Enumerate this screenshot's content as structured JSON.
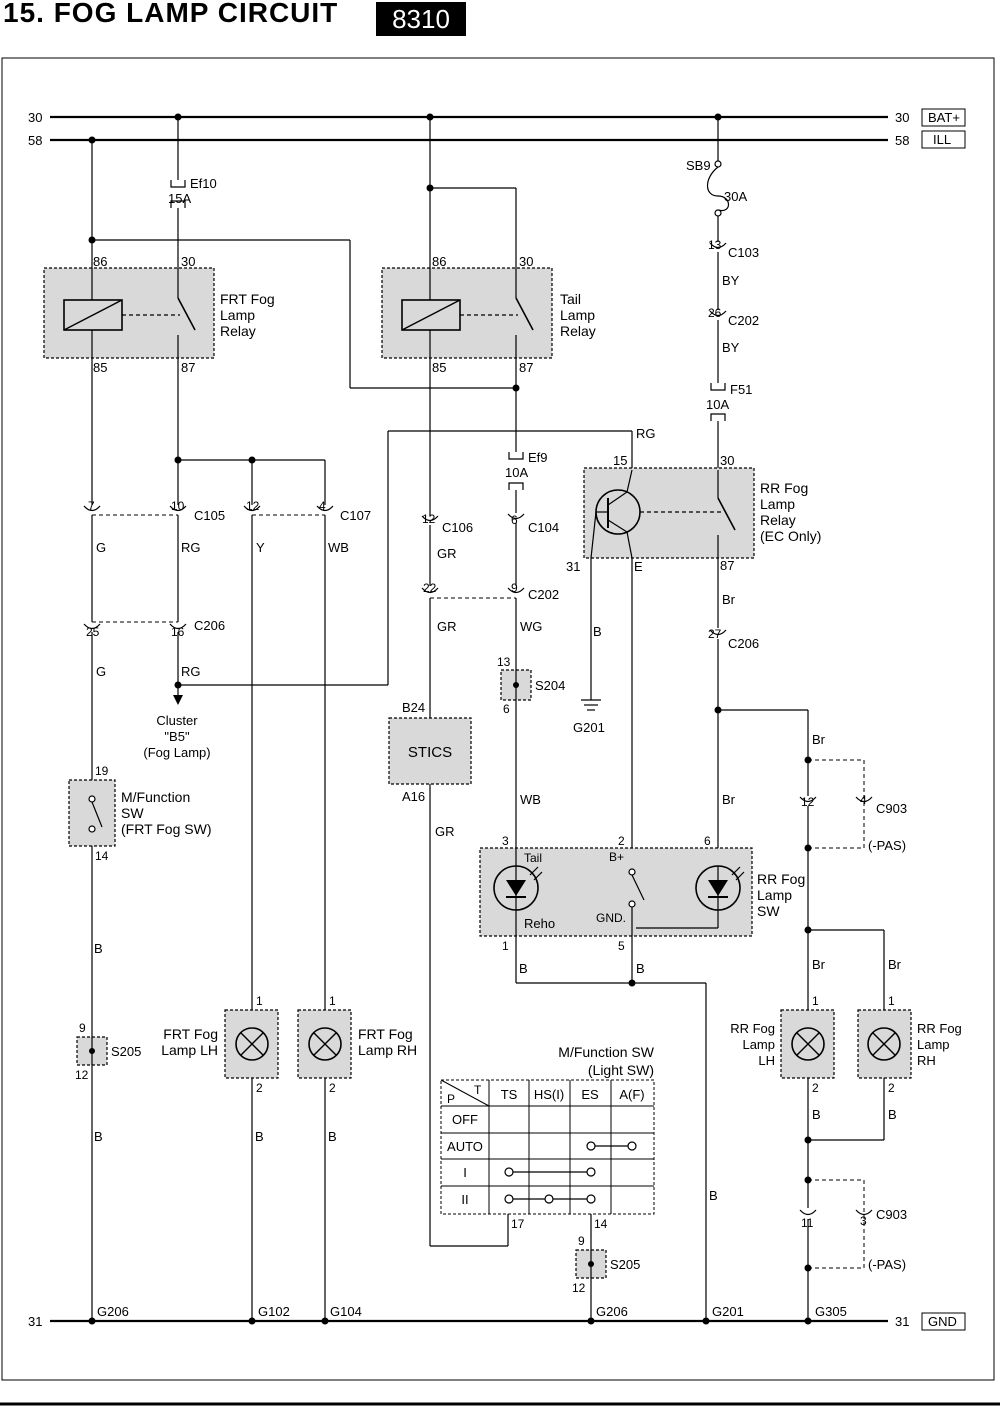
{
  "header": {
    "title": "15.  FOG LAMP CIRCUIT",
    "code": "8310"
  },
  "rails": {
    "bat_num": "30",
    "bat_label": "BAT+",
    "ill_num": "58",
    "ill_label": "ILL",
    "gnd_num": "31",
    "gnd_label": "GND"
  },
  "fuses": {
    "ef10": "Ef10",
    "ef10_amp": "15A",
    "ef9": "Ef9",
    "ef9_amp": "10A",
    "f51": "F51",
    "f51_amp": "10A",
    "sb9": "SB9",
    "sb9_amp": "30A"
  },
  "components": {
    "frt_relay": [
      "FRT Fog",
      "Lamp",
      "Relay"
    ],
    "tail_relay": [
      "Tail",
      "Lamp",
      "Relay"
    ],
    "rr_relay": [
      "RR Fog",
      "Lamp",
      "Relay",
      "(EC Only)"
    ],
    "mfunc_sw": [
      "M/Function",
      "SW",
      "(FRT Fog SW)"
    ],
    "cluster": [
      "Cluster",
      "\"B5\"",
      "(Fog Lamp)"
    ],
    "stics": "STICS",
    "stics_pin_top": "B24",
    "stics_pin_bottom": "A16",
    "rr_fog_sw": [
      "RR Fog",
      "Lamp",
      "SW"
    ],
    "rr_fog_sw_tail": "Tail",
    "rr_fog_sw_reho": "Reho",
    "rr_fog_sw_bplus": "B+",
    "rr_fog_sw_gnd": "GND.",
    "frt_lamp_lh": [
      "FRT Fog",
      "Lamp LH"
    ],
    "frt_lamp_rh": [
      "FRT Fog",
      "Lamp RH"
    ],
    "rr_lamp_lh": [
      "RR Fog",
      "Lamp",
      "LH"
    ],
    "rr_lamp_rh": [
      "RR Fog",
      "Lamp",
      "RH"
    ]
  },
  "relay_pins": {
    "p86": "86",
    "p30": "30",
    "p85": "85",
    "p87": "87",
    "p15": "15",
    "p31": "31",
    "pE": "E"
  },
  "connectors": {
    "c105": "C105",
    "c107": "C107",
    "c206": "C206",
    "c106": "C106",
    "c104": "C104",
    "c202": "C202",
    "c103": "C103",
    "c903": "C903",
    "s204": "S204",
    "s205": "S205"
  },
  "grounds": {
    "g201": "G201",
    "g206": "G206",
    "g102": "G102",
    "g104": "G104",
    "g305": "G305"
  },
  "wires": {
    "g": "G",
    "rg": "RG",
    "y": "Y",
    "wb": "WB",
    "gr": "GR",
    "wg": "WG",
    "b": "B",
    "br": "Br",
    "by": "BY"
  },
  "pas": "(-PAS)",
  "light_sw": {
    "title": [
      "M/Function SW",
      "(Light SW)"
    ],
    "corner_p": "P",
    "corner_t": "T",
    "columns": [
      "TS",
      "HS(I)",
      "ES",
      "A(F)"
    ],
    "rows": [
      "OFF",
      "AUTO",
      "I",
      "II"
    ],
    "pin_left": "17",
    "pin_right": "14"
  },
  "pins": {
    "n1": "1",
    "n2": "2",
    "n3": "3",
    "n4": "4",
    "n5": "5",
    "n6": "6",
    "n7": "7",
    "n9": "9",
    "n10": "10",
    "n11": "11",
    "n12": "12",
    "n13": "13",
    "n14": "14",
    "n16": "16",
    "n19": "19",
    "n22": "22",
    "n25": "25",
    "n26": "26",
    "n27": "27"
  }
}
